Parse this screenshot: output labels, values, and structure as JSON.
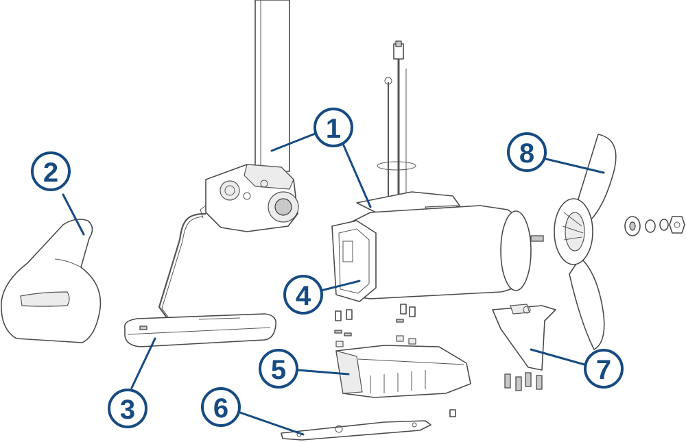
{
  "callouts": [
    {
      "id": "1",
      "label": "1"
    },
    {
      "id": "2",
      "label": "2"
    },
    {
      "id": "3",
      "label": "3"
    },
    {
      "id": "4",
      "label": "4"
    },
    {
      "id": "5",
      "label": "5"
    },
    {
      "id": "6",
      "label": "6"
    },
    {
      "id": "7",
      "label": "7"
    },
    {
      "id": "8",
      "label": "8"
    }
  ],
  "colors": {
    "callout": "#164b82",
    "outline": "#4a4a4a",
    "part_fill": "#ffffff"
  }
}
